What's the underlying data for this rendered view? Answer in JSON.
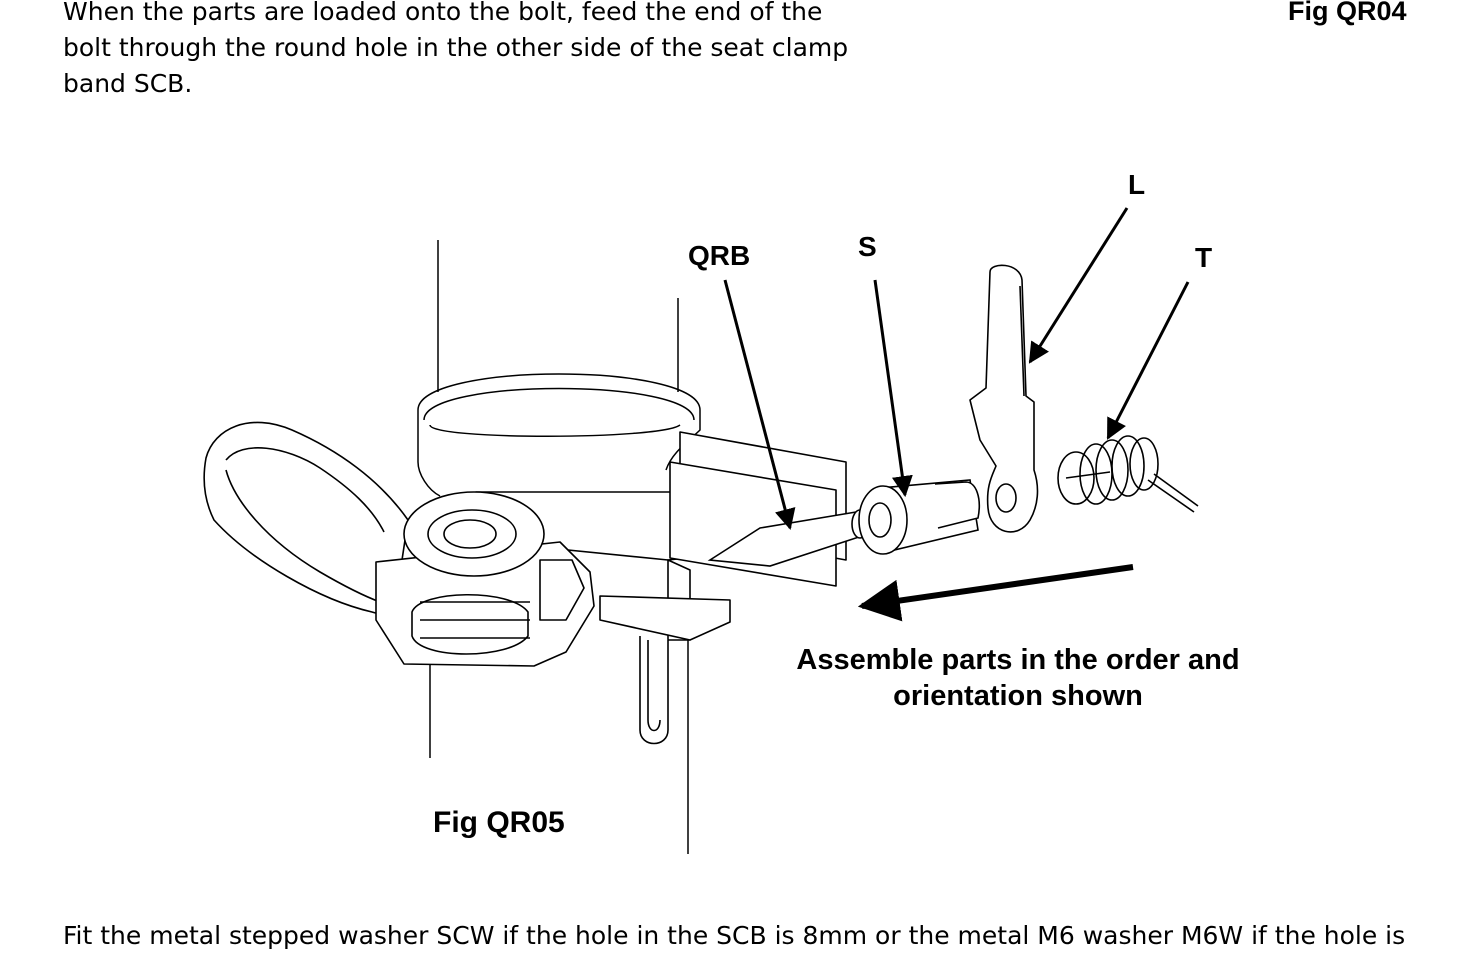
{
  "text": {
    "intro": "When the parts are loaded onto the bolt, feed the end of the\nbolt through the round hole in the other side of the seat clamp\nband SCB.",
    "footer": "Fit the metal stepped washer SCW if the hole in the SCB is 8mm or the metal M6 washer M6W if the hole is"
  },
  "figure": {
    "ref_top": "Fig QR04",
    "caption": "Fig QR05",
    "labels": {
      "qrb": "QRB",
      "s": "S",
      "l": "L",
      "t": "T"
    },
    "instruction_line1": "Assemble parts in the order and",
    "instruction_line2": "orientation shown"
  }
}
